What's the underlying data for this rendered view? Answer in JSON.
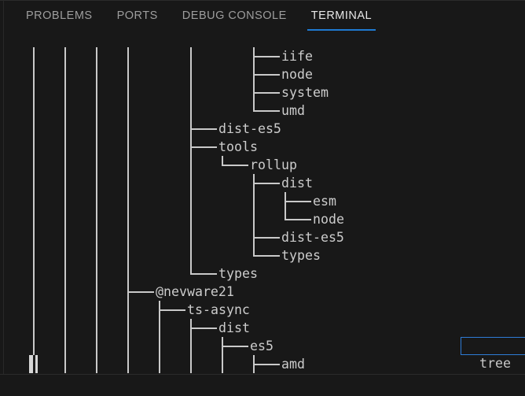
{
  "panel": {
    "tabs": [
      {
        "label": "PROBLEMS",
        "active": false
      },
      {
        "label": "PORTS",
        "active": false
      },
      {
        "label": "DEBUG CONSOLE",
        "active": false
      },
      {
        "label": "TERMINAL",
        "active": true
      }
    ],
    "active_tab_underline_color": "#1f7ad1"
  },
  "terminal": {
    "foreground": "#cccccc",
    "background": "#181818",
    "line_color": "#c9c9c9",
    "cursor_color": "#d6d6d6",
    "overlay": {
      "text": "tree",
      "border_color": "#2e7cd6"
    },
    "tree_rows": [
      {
        "name": "iife",
        "cont": [
          2,
          6,
          10,
          14,
          22
        ],
        "branch": 30,
        "last": false
      },
      {
        "name": "node",
        "cont": [
          2,
          6,
          10,
          14,
          22
        ],
        "branch": 30,
        "last": false
      },
      {
        "name": "system",
        "cont": [
          2,
          6,
          10,
          14,
          22
        ],
        "branch": 30,
        "last": false
      },
      {
        "name": "umd",
        "cont": [
          2,
          6,
          10,
          14,
          22
        ],
        "branch": 30,
        "last": true
      },
      {
        "name": "dist-es5",
        "cont": [
          2,
          6,
          10,
          14
        ],
        "branch": 22,
        "last": false
      },
      {
        "name": "tools",
        "cont": [
          2,
          6,
          10,
          14
        ],
        "branch": 22,
        "last": false
      },
      {
        "name": "rollup",
        "cont": [
          2,
          6,
          10,
          14,
          22
        ],
        "branch": 26,
        "last": true
      },
      {
        "name": "dist",
        "cont": [
          2,
          6,
          10,
          14,
          22
        ],
        "branch": 30,
        "last": false
      },
      {
        "name": "esm",
        "cont": [
          2,
          6,
          10,
          14,
          22,
          30
        ],
        "branch": 34,
        "last": false
      },
      {
        "name": "node",
        "cont": [
          2,
          6,
          10,
          14,
          22,
          30
        ],
        "branch": 34,
        "last": true
      },
      {
        "name": "dist-es5",
        "cont": [
          2,
          6,
          10,
          14,
          22
        ],
        "branch": 30,
        "last": false
      },
      {
        "name": "types",
        "cont": [
          2,
          6,
          10,
          14,
          22
        ],
        "branch": 30,
        "last": true
      },
      {
        "name": "types",
        "cont": [
          2,
          6,
          10,
          14
        ],
        "branch": 22,
        "last": true
      },
      {
        "name": "@nevware21",
        "cont": [
          2,
          6,
          10
        ],
        "branch": 14,
        "last": false
      },
      {
        "name": "ts-async",
        "cont": [
          2,
          6,
          10,
          14
        ],
        "branch": 18,
        "last": false
      },
      {
        "name": "dist",
        "cont": [
          2,
          6,
          10,
          14,
          18
        ],
        "branch": 22,
        "last": false
      },
      {
        "name": "es5",
        "cont": [
          2,
          6,
          10,
          14,
          18,
          22
        ],
        "branch": 26,
        "last": false
      },
      {
        "name": "amd",
        "cont": [
          2,
          6,
          10,
          14,
          18,
          22,
          26
        ],
        "branch": 30,
        "last": false
      }
    ],
    "cursor": {
      "row_index": 17,
      "col": 2
    }
  }
}
